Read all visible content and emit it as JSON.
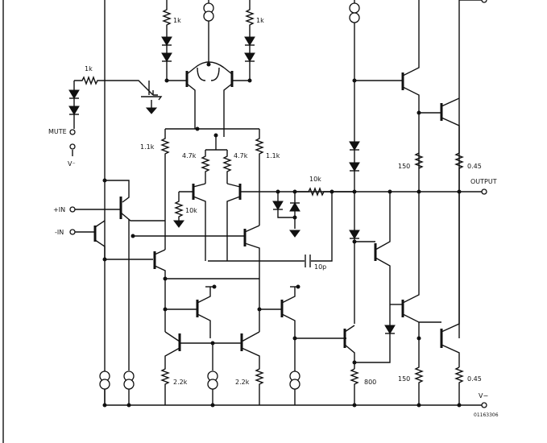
{
  "schematic": {
    "labels": {
      "mute": "MUTE",
      "v_minus_small": "V⁻",
      "in_plus": "+IN",
      "in_minus": "-IN",
      "output": "OUTPUT",
      "v_minus": "V−",
      "figure_code": "01163306"
    },
    "component_values": {
      "r_1k_top_a": "1k",
      "r_1k_top_b": "1k",
      "r_1k_mute": "1k",
      "r_1_1k_left": "1.1k",
      "r_4_7k_left": "4.7k",
      "r_4_7k_right": "4.7k",
      "r_1_1k_right": "1.1k",
      "r_10k_feedback": "10k",
      "r_10k_bias": "10k",
      "c_10p": "10p",
      "r_150_top": "150",
      "r_0_45_top": "0.45",
      "r_2_2k_left": "2.2k",
      "r_2_2k_right": "2.2k",
      "r_800": "800",
      "r_150_bottom": "150",
      "r_0_45_bottom": "0.45"
    }
  }
}
